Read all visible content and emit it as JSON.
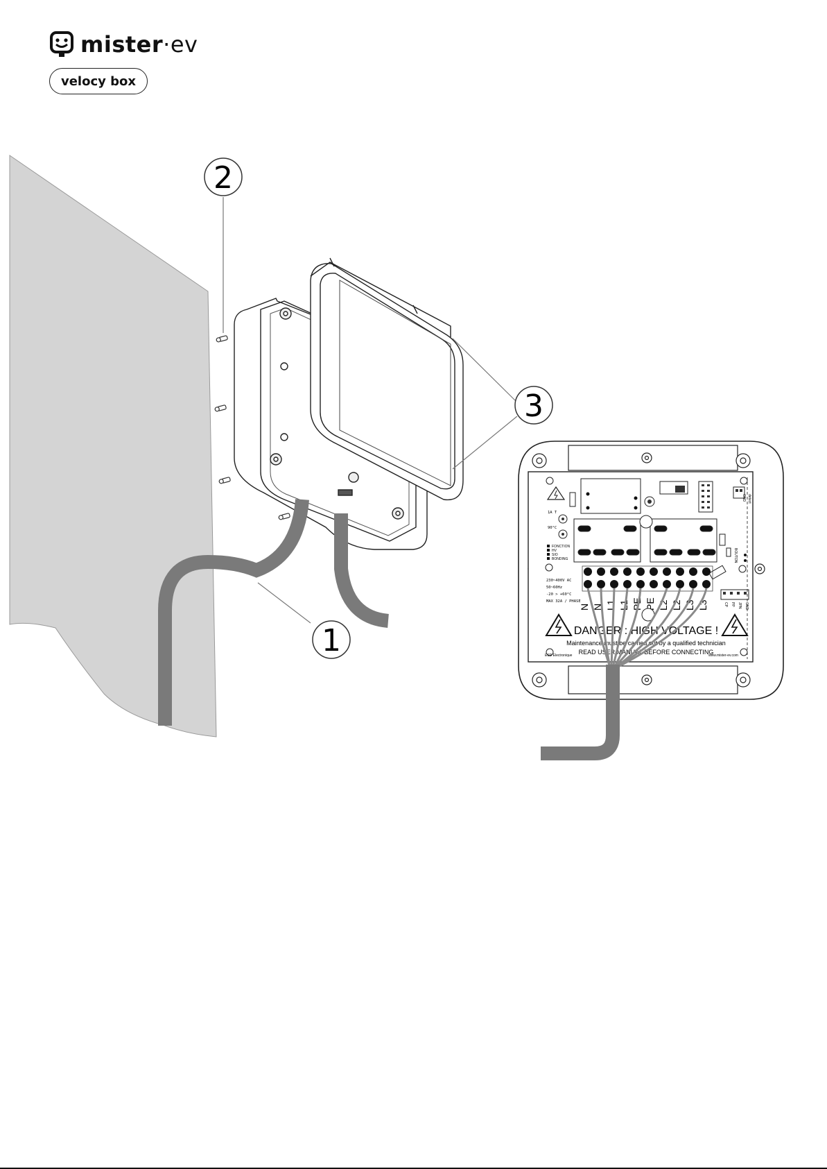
{
  "brand": {
    "name": "mister",
    "separator": "·",
    "suffix": "ev"
  },
  "product": "velocy box",
  "callouts": [
    "1",
    "2",
    "3"
  ],
  "board": {
    "warning_title": "DANGER : HIGH VOLTAGE !",
    "warning_line1": "Maintenance must be carried out by a qualified technician",
    "warning_line2": "READ USER MANUAL BEFORE CONNECTING",
    "maker": "ESD Electronique",
    "website": "www.mister-ev.com",
    "specs": [
      "230~400V AC",
      "50~60Hz",
      "-20 > +60°C",
      "MAX 32A / PHASE"
    ],
    "fuse": "1A T",
    "temp": "90°C",
    "legend": [
      "FONCTION",
      "HV",
      "SIO",
      "BONDING"
    ],
    "terminals": [
      "N",
      "N",
      "L1",
      "L1",
      "PE",
      "PE",
      "L2",
      "L2",
      "L3",
      "L3"
    ],
    "right_labels": [
      "detect",
      "GND"
    ],
    "signal_labels": [
      "CP",
      "PP",
      "JPN",
      "GND"
    ],
    "button_label": "BOUTON"
  }
}
